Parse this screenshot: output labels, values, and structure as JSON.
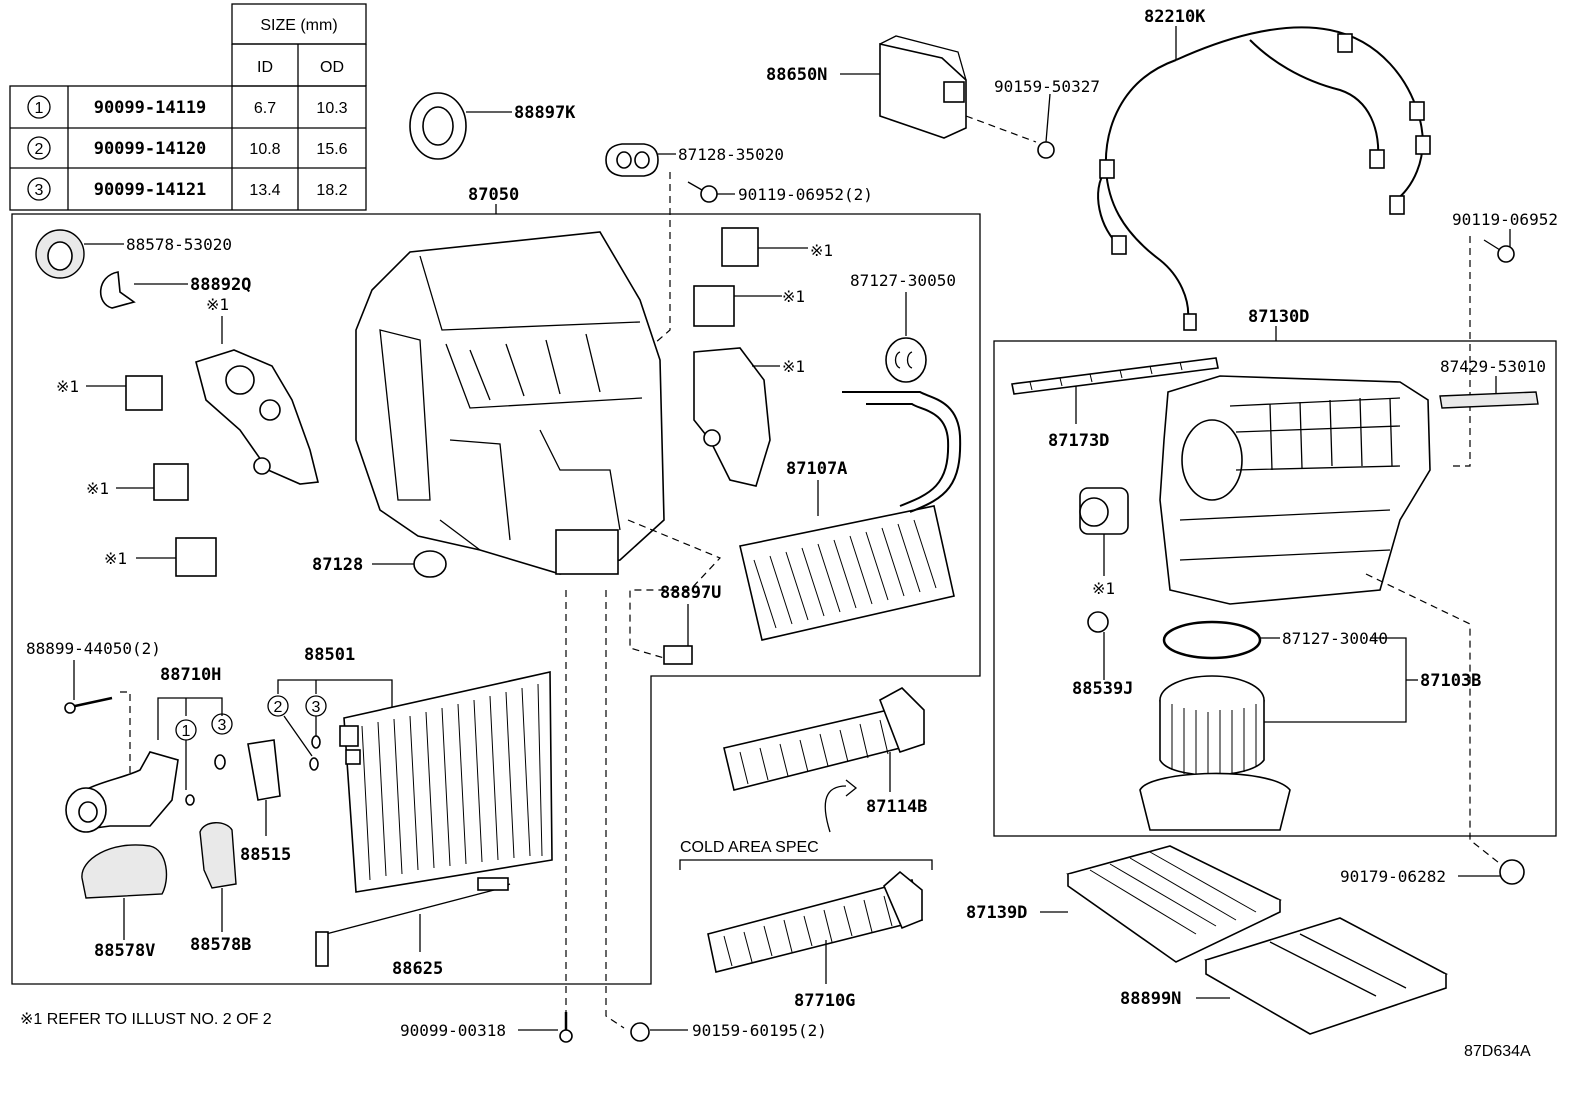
{
  "size_table": {
    "header": "SIZE (mm)",
    "col_id": "ID",
    "col_od": "OD",
    "rows": [
      {
        "num": "1",
        "part": "90099-14119",
        "id": "6.7",
        "od": "10.3"
      },
      {
        "num": "2",
        "part": "90099-14120",
        "id": "10.8",
        "od": "15.6"
      },
      {
        "num": "3",
        "part": "90099-14121",
        "id": "13.4",
        "od": "18.2"
      }
    ]
  },
  "labels": {
    "p88897K": "88897K",
    "p87128_35020": "87128-35020",
    "p87050": "87050",
    "p90119_06952_2": "90119-06952(2)",
    "p88650N": "88650N",
    "p90159_50327": "90159-50327",
    "p82210K": "82210K",
    "p90119_06952": "90119-06952",
    "p88578_53020": "88578-53020",
    "p88892Q": "88892Q",
    "ref1a": "※1",
    "ref1b": "※1",
    "ref1c": "※1",
    "ref1d": "※1",
    "ref1e": "※1",
    "ref1f": "※1",
    "ref1g": "※1",
    "ref1h": "※1",
    "p87127_30050": "87127-30050",
    "p87107A": "87107A",
    "p87128": "87128",
    "p88897U": "88897U",
    "p87130D": "87130D",
    "p87429_53010": "87429-53010",
    "p87173D": "87173D",
    "p88539J": "88539J",
    "p87127_30040": "87127-30040",
    "p87103B": "87103B",
    "p88899_44050_2": "88899-44050(2)",
    "p88710H": "88710H",
    "p88501": "88501",
    "p88515": "88515",
    "p88578V": "88578V",
    "p88578B": "88578B",
    "p88625": "88625",
    "p87114B": "87114B",
    "cold_area_spec": "COLD AREA SPEC",
    "p87710G": "87710G",
    "p87139D": "87139D",
    "p88899N": "88899N",
    "p90179_06282": "90179-06282",
    "p90099_00318": "90099-00318",
    "p90159_60195_2": "90159-60195(2)",
    "c1": "1",
    "c2": "2",
    "c3": "3",
    "c2b": "2",
    "c3b": "3",
    "note": "※1 REFER TO ILLUST NO. 2 OF 2",
    "code": "87D634A"
  }
}
